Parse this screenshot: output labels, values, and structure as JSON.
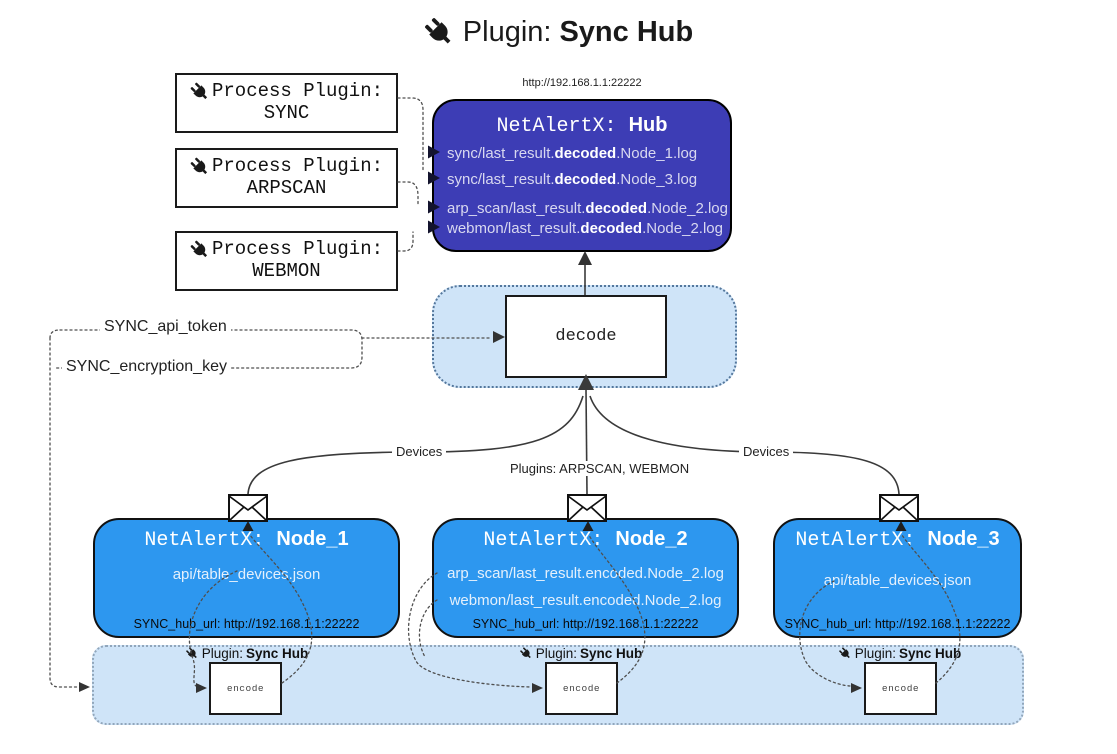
{
  "title": {
    "prefix": "Plugin:",
    "name": "Sync Hub"
  },
  "hub": {
    "url": "http://192.168.1.1:22222",
    "name_prefix": "NetAlertX:",
    "name": "Hub",
    "logs": [
      {
        "pre": "sync/last_result.",
        "bold": "decoded",
        "post": ".Node_1.log"
      },
      {
        "pre": "sync/last_result.",
        "bold": "decoded",
        "post": ".Node_3.log"
      },
      {
        "pre": "arp_scan/last_result.",
        "bold": "decoded",
        "post": ".Node_2.log"
      },
      {
        "pre": "webmon/last_result.",
        "bold": "decoded",
        "post": ".Node_2.log"
      }
    ]
  },
  "process_plugins": [
    {
      "label": "Process Plugin:",
      "name": "SYNC"
    },
    {
      "label": "Process Plugin:",
      "name": "ARPSCAN"
    },
    {
      "label": "Process Plugin:",
      "name": "WEBMON"
    }
  ],
  "settings": {
    "api_token": "SYNC_api_token",
    "encryption_key": "SYNC_encryption_key"
  },
  "decode_label": "decode",
  "edge_labels": {
    "devices_left": "Devices",
    "plugins_mid": "Plugins: ARPSCAN, WEBMON",
    "devices_right": "Devices"
  },
  "nodes": [
    {
      "name_prefix": "NetAlertX:",
      "name": "Node_1",
      "files": [
        "api/table_devices.json"
      ],
      "hub_url": "SYNC_hub_url: http://192.168.1.1:22222"
    },
    {
      "name_prefix": "NetAlertX:",
      "name": "Node_2",
      "files": [
        "arp_scan/last_result.encoded.Node_2.log",
        "webmon/last_result.encoded.Node_2.log"
      ],
      "hub_url": "SYNC_hub_url: http://192.168.1.1:22222"
    },
    {
      "name_prefix": "NetAlertX:",
      "name": "Node_3",
      "files": [
        "api/table_devices.json"
      ],
      "hub_url": "SYNC_hub_url: http://192.168.1.1:22222"
    }
  ],
  "encoders": [
    {
      "label_prefix": "Plugin:",
      "label_name": "Sync Hub",
      "box_label": "encode"
    },
    {
      "label_prefix": "Plugin:",
      "label_name": "Sync Hub",
      "box_label": "encode"
    },
    {
      "label_prefix": "Plugin:",
      "label_name": "Sync Hub",
      "box_label": "encode"
    }
  ],
  "colors": {
    "hub_bg": "#3d3db5",
    "node_bg": "#2d97ef",
    "panel_bg": "#cfe4f8"
  }
}
